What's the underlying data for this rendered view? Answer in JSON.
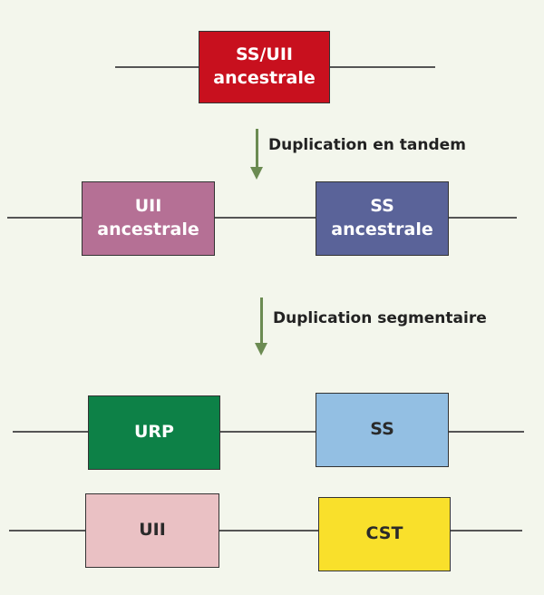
{
  "diagram": {
    "row1": {
      "gene": {
        "label": "SS/UII\nancestrale",
        "color": "#c8101e"
      }
    },
    "step1": {
      "label": "Duplication en tandem"
    },
    "row2": {
      "gene_left": {
        "label": "UII\nancestrale",
        "color": "#b57095"
      },
      "gene_right": {
        "label": "SS\nancestrale",
        "color": "#5a6399"
      }
    },
    "step2": {
      "label": "Duplication segmentaire"
    },
    "row3": {
      "gene_left": {
        "label": "URP",
        "color": "#0d8147"
      },
      "gene_right": {
        "label": "SS",
        "color": "#93bfe3"
      }
    },
    "row4": {
      "gene_left": {
        "label": "UII",
        "color": "#eac1c4"
      },
      "gene_right": {
        "label": "CST",
        "color": "#f9e02b"
      }
    },
    "arrow_color": "#6b8b52"
  }
}
